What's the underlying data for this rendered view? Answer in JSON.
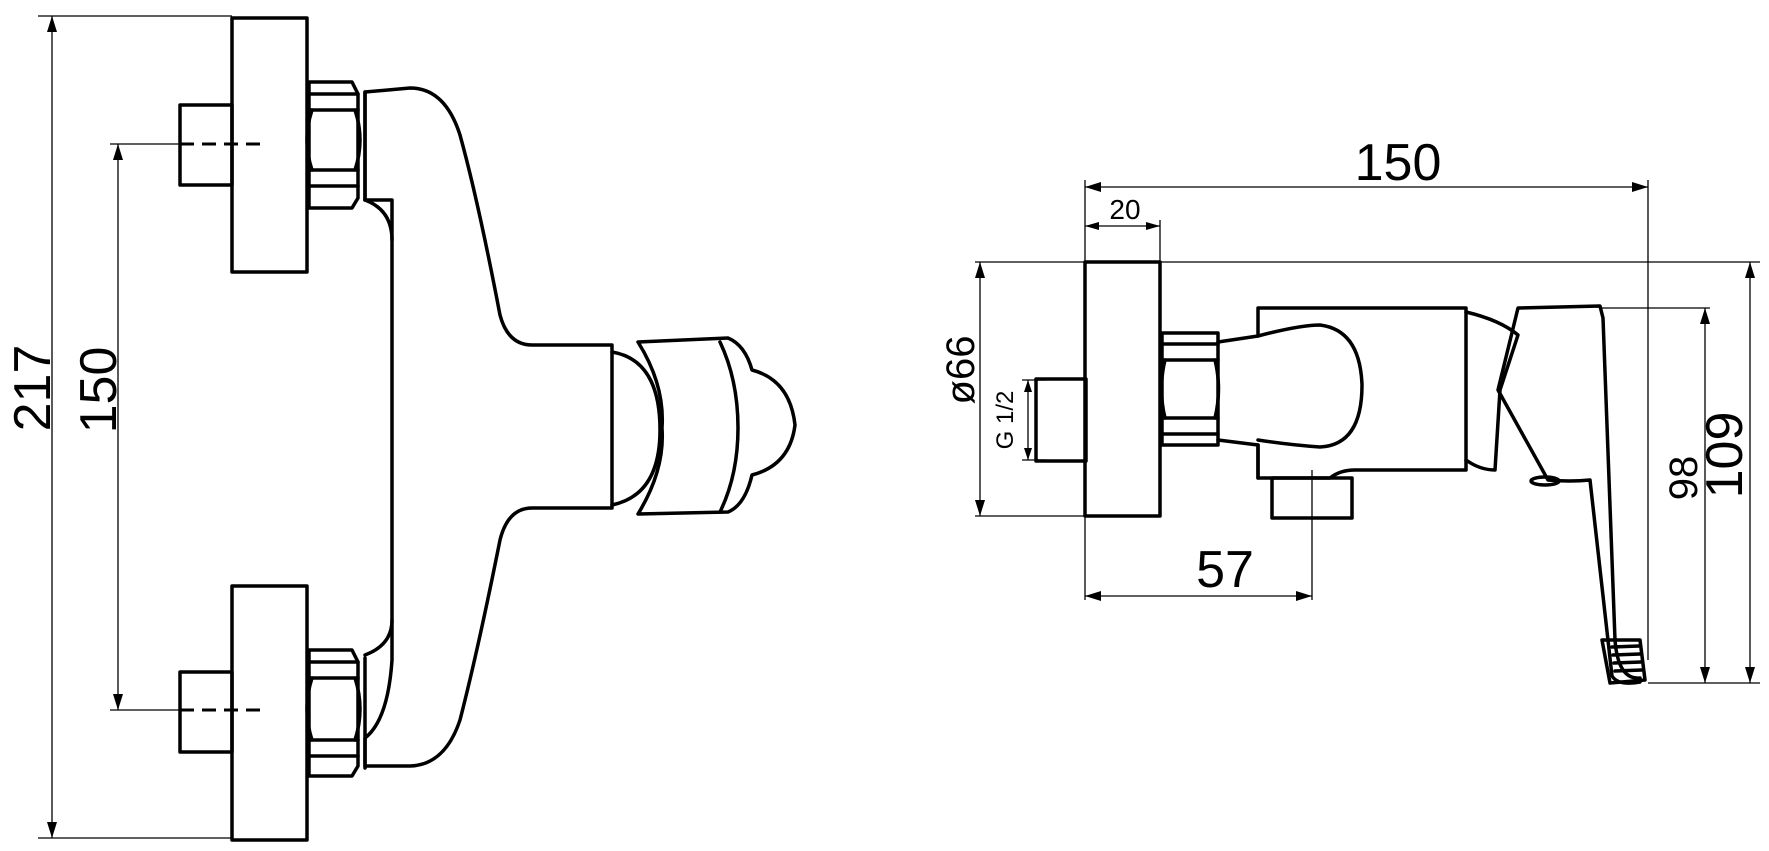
{
  "front_view": {
    "overall_height": "217",
    "inlet_spacing": "150"
  },
  "side_view": {
    "overall_depth": "150",
    "flange_depth": "20",
    "flange_diameter": "ø66",
    "thread": "G 1/2",
    "outlet_offset": "57",
    "handle_height": "98",
    "total_height": "109"
  }
}
